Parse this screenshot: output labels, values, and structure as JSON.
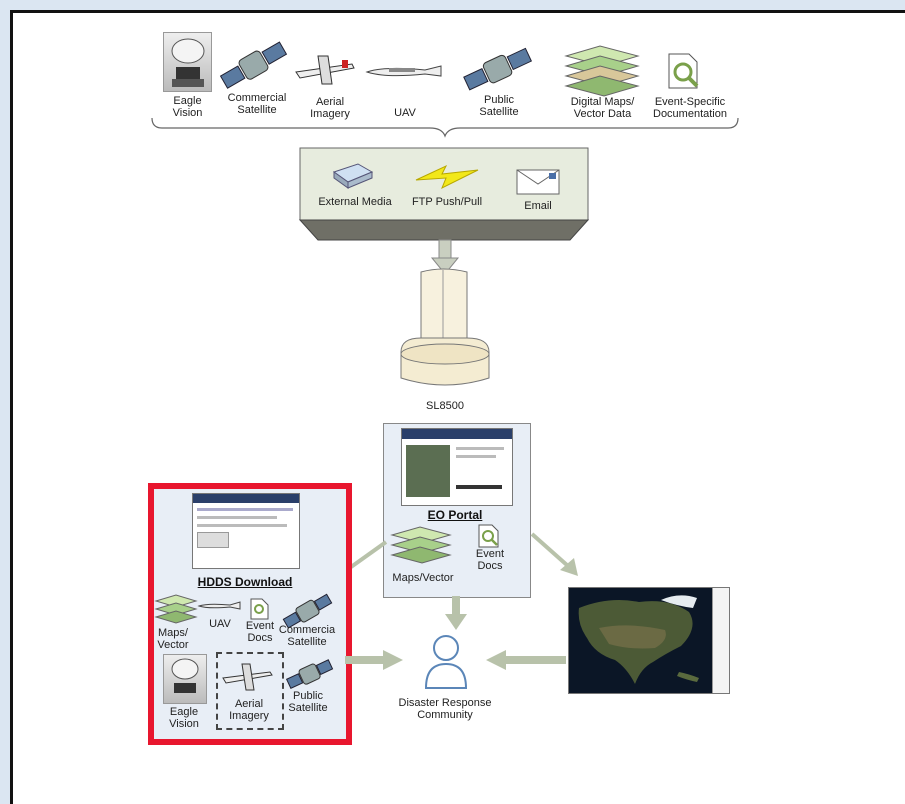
{
  "sources": {
    "eagle_vision": "Eagle\nVision",
    "commercial_satellite": "Commercial\nSatellite",
    "aerial_imagery": "Aerial\nImagery",
    "uav": "UAV",
    "public_satellite": "Public\nSatellite",
    "digital_maps": "Digital Maps/\nVector Data",
    "event_docs": "Event-Specific\nDocumentation"
  },
  "ingest": {
    "external_media": "External Media",
    "ftp": "FTP Push/Pull",
    "email": "Email"
  },
  "storage": {
    "label": "SL8500"
  },
  "eo_portal": {
    "title": "EO Portal",
    "maps": "Maps/Vector",
    "event_docs": "Event\nDocs"
  },
  "hdds": {
    "title": "HDDS Download",
    "maps": "Maps/\nVector",
    "uav": "UAV",
    "event_docs": "Event\nDocs",
    "commercial": "Commercia\nSatellite",
    "eagle": "Eagle\nVision",
    "aerial": "Aerial\nImagery",
    "public": "Public\nSatellite"
  },
  "community": {
    "label": "Disaster Response\nCommunity"
  },
  "colors": {
    "highlight": "#e8162e",
    "box_fill": "#e8eef6",
    "arrow": "#b8c2aa"
  }
}
